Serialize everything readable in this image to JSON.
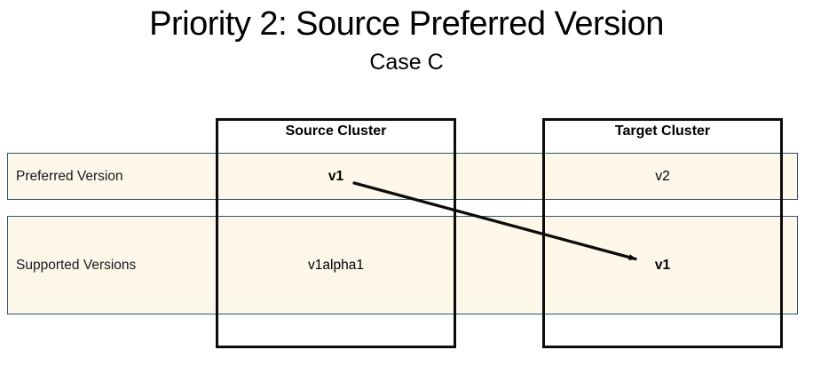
{
  "title": "Priority 2: Source Preferred Version",
  "subtitle": "Case C",
  "table": {
    "columns": [
      {
        "label": "Source Cluster"
      },
      {
        "label": "Target Cluster"
      }
    ],
    "rows": [
      {
        "label": "Preferred Version",
        "source": "v1",
        "target": "v2"
      },
      {
        "label": "Supported Versions",
        "source": "v1alpha1",
        "target": "v1"
      }
    ]
  },
  "arrow": {
    "description": "arrow from source preferred v1 to target supported v1",
    "color": "#0B0B0B"
  },
  "colors": {
    "row_fill": "#FDF7EA",
    "row_border": "#2F5376",
    "box_border": "#0B0B0B",
    "background": "#FFFFFF"
  }
}
